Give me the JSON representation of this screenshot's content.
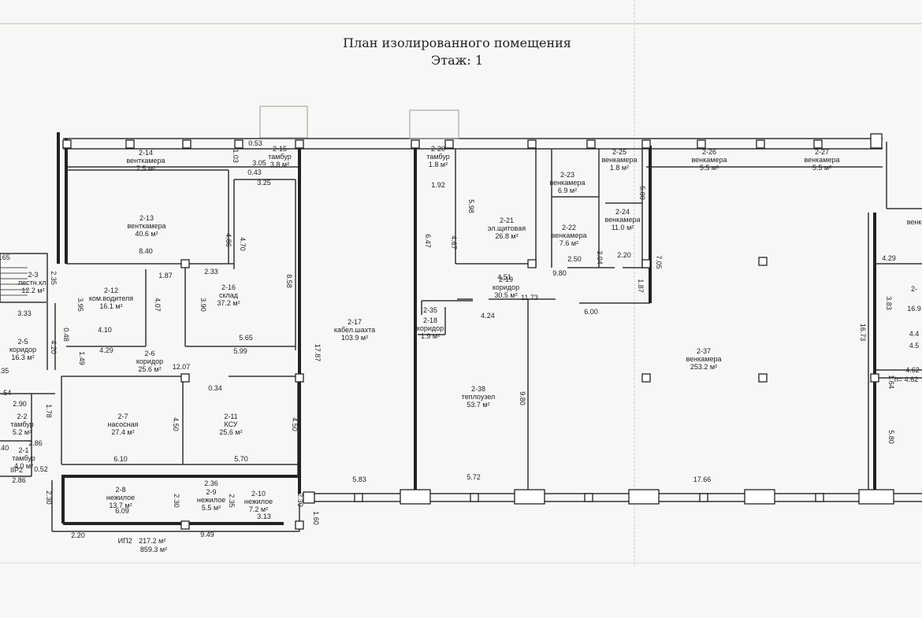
{
  "plan": {
    "title_line1": "План изолированного помещения",
    "title_line2": "Этаж: 1"
  },
  "rooms": [
    {
      "id": "2-14",
      "name": "венткамера",
      "area": "7.5 м²"
    },
    {
      "id": "2-15",
      "name": "тамбур",
      "area": "3.8 м²"
    },
    {
      "id": "2-20",
      "name": "тамбур",
      "area": "1.8 м²"
    },
    {
      "id": "2-25",
      "name": "венкамера",
      "area": "1.8 м²"
    },
    {
      "id": "2-26",
      "name": "венкамера",
      "area": "5.5 м²"
    },
    {
      "id": "2-27",
      "name": "венкамера",
      "area": "5.5 м²"
    },
    {
      "id": "2-13",
      "name": "венткамера",
      "area": "40.6 м²"
    },
    {
      "id": "2-21",
      "name": "эл.щитовая",
      "area": "26.8 м²"
    },
    {
      "id": "2-23",
      "name": "венкамера",
      "area": "6.9 м²"
    },
    {
      "id": "2-22",
      "name": "венкамера",
      "area": "7.6 м²"
    },
    {
      "id": "2-24",
      "name": "венкамера",
      "area": "11.0 м²"
    },
    {
      "id": "2-3",
      "name": "лестн.кл.",
      "area": "12.2 м²"
    },
    {
      "id": "2-12",
      "name": "ком.водителя",
      "area": "16.1 м²"
    },
    {
      "id": "2-16",
      "name": "склад",
      "area": "37.2 м²"
    },
    {
      "id": "2-19",
      "name": "коридор",
      "area": "30.5 м²"
    },
    {
      "id": "2-35",
      "name": "",
      "area": ""
    },
    {
      "id": "2-18",
      "name": "коридор",
      "area": "1.9 м²"
    },
    {
      "id": "2-5",
      "name": "коридор",
      "area": "16.3 м²"
    },
    {
      "id": "2-6",
      "name": "коридор",
      "area": "25.6 м²"
    },
    {
      "id": "2-17",
      "name": "кабел.шахта",
      "area": "103.9 м²"
    },
    {
      "id": "2-37",
      "name": "венкамера",
      "area": "253.2 м²"
    },
    {
      "id": "2-38",
      "name": "теплоузел",
      "area": "53.7 м²"
    },
    {
      "id": "2-7",
      "name": "насосная",
      "area": "27.4 м²"
    },
    {
      "id": "2-11",
      "name": "КСУ",
      "area": "25.6 м²"
    },
    {
      "id": "2-2",
      "name": "тамбур",
      "area": "5.2 м²"
    },
    {
      "id": "2-1",
      "name": "тамбур",
      "area": "4.0 м²"
    },
    {
      "id": "2-8",
      "name": "нежилое",
      "area": "13.7 м²"
    },
    {
      "id": "2-9",
      "name": "нежилое",
      "area": "5.5 м²"
    },
    {
      "id": "2-10",
      "name": "нежилое",
      "area": "7.2 м²"
    }
  ],
  "dimensions": [
    "0.53",
    "1.03",
    "3.05",
    "0.43",
    "3.25",
    "1.92",
    "5.98",
    "4.67",
    "6.47",
    "4.86",
    "4.70",
    "8.40",
    "1.87",
    "2.33",
    "8.58",
    "3.90",
    "5.65",
    "17.87",
    "5.99",
    "12.07",
    "0.34",
    "4.50",
    "4.50",
    "6.10",
    "5.70",
    "2.36",
    "2.30",
    "2.35",
    "2.30",
    "6.09",
    "3.13",
    "9.49",
    "1.60",
    "2.20",
    "5.83",
    "5.72",
    "9.80",
    "17.66",
    "4.51",
    "9.80",
    "2.50",
    "2.20",
    "3.04",
    "5.00",
    "7.05",
    "1.87",
    "11.73",
    "4.24",
    "6.00",
    "3.95",
    "4.07",
    "4.10",
    "4.29",
    "3.33",
    "2.35",
    "0.48",
    "4.20",
    "1.49",
    "2.90",
    "1.78",
    "2.86",
    "0.52",
    "2.86",
    "2.30",
    "4.29",
    "3.83",
    "16.73",
    "5.80",
    "1.64"
  ],
  "edge_texts": [
    "2-",
    "венк",
    "4.62",
    "4.5",
    "16.9",
    "4.4",
    "IIP2",
    "-.65",
    ".35",
    ".54",
    ".40"
  ],
  "summary": {
    "label": "ИП2",
    "area1": "217.2 м²",
    "area2": "859.3 м²",
    "height": "h= 4.62"
  }
}
